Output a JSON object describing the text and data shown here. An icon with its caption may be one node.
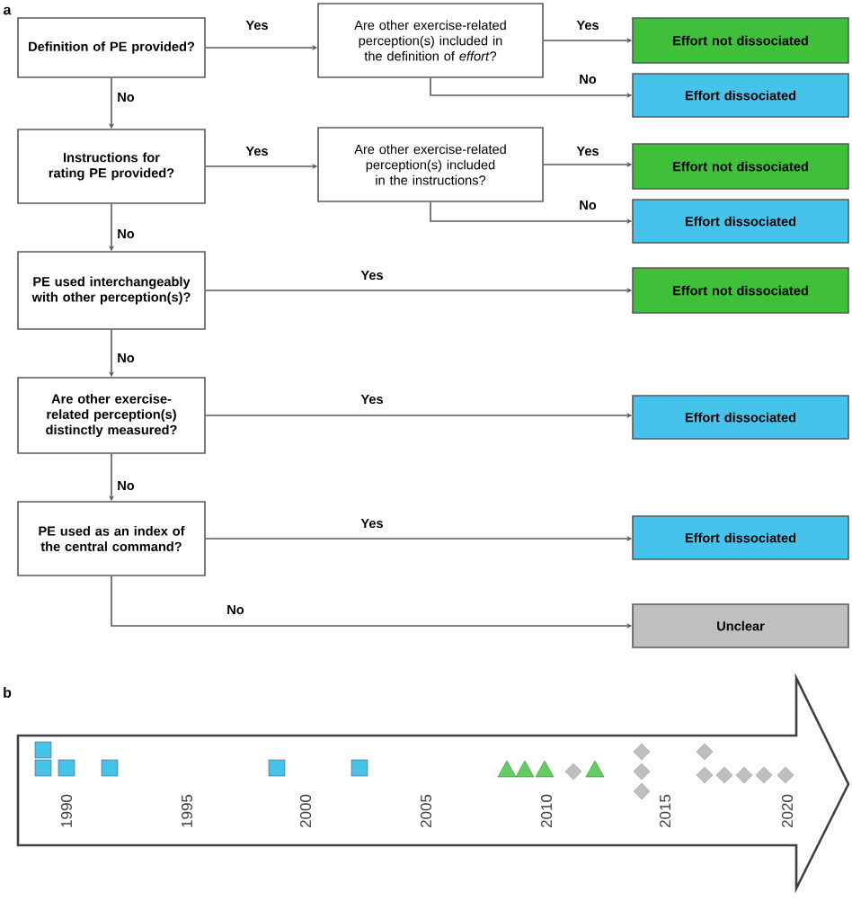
{
  "diagram": {
    "nodes": [
      {
        "text": [
          "Definition of PE provided?"
        ]
      },
      {
        "text": [
          "Are other exercise-related perception(s) included in the definition of *effort*?"
        ]
      },
      {
        "text": [
          "Effort not dissociated"
        ]
      },
      {
        "text": [
          "Effort dissociated"
        ]
      },
      {
        "text": [
          "Instructions for rating PE provided?"
        ]
      },
      {
        "text": [
          "Are other exercise-related perception(s) included in the instructions?"
        ]
      },
      {
        "text": [
          "Effort not dissociated"
        ]
      },
      {
        "text": [
          "Effort dissociated"
        ]
      },
      {
        "text": [
          "PE used interchangeably with other perception(s)?"
        ]
      },
      {
        "text": [
          "Effort not dissociated"
        ]
      },
      {
        "text": [
          "Are other exercise-related perception(s) distinctly measured?"
        ]
      },
      {
        "text": [
          "Effort dissociated"
        ]
      },
      {
        "text": [
          "PE used as an index of the central command?"
        ]
      },
      {
        "text": [
          "Effort dissociated"
        ]
      },
      {
        "text": [
          "Unclear"
        ]
      }
    ],
    "edges": [
      {
        "from": 0,
        "to": 1,
        "arrow": "to",
        "label": "Yes"
      },
      {
        "from": 1,
        "to": 2,
        "arrow": "to",
        "label": "Yes"
      },
      {
        "from": 1,
        "to": 3,
        "arrow": "to",
        "label": "No"
      },
      {
        "from": 0,
        "to": 4,
        "arrow": "to",
        "label": "No"
      },
      {
        "from": 4,
        "to": 5,
        "arrow": "to",
        "label": "Yes"
      },
      {
        "from": 5,
        "to": 6,
        "arrow": "to",
        "label": "Yes"
      },
      {
        "from": 5,
        "to": 7,
        "arrow": "to",
        "label": "No"
      },
      {
        "from": 4,
        "to": 8,
        "arrow": "to",
        "label": "No"
      },
      {
        "from": 8,
        "to": 9,
        "arrow": "to",
        "label": "Yes"
      },
      {
        "from": 8,
        "to": 10,
        "arrow": "to",
        "label": "No"
      },
      {
        "from": 10,
        "to": 11,
        "arrow": "to",
        "label": "Yes"
      },
      {
        "from": 10,
        "to": 12,
        "arrow": "to",
        "label": "No"
      },
      {
        "from": 12,
        "to": 13,
        "arrow": "to",
        "label": "Yes"
      },
      {
        "from": 12,
        "to": 14,
        "arrow": "to",
        "label": "No"
      }
    ],
    "labels": [
      "a",
      "b",
      "1990",
      "1995",
      "2000",
      "2005",
      "2010",
      "2015",
      "2020"
    ]
  }
}
